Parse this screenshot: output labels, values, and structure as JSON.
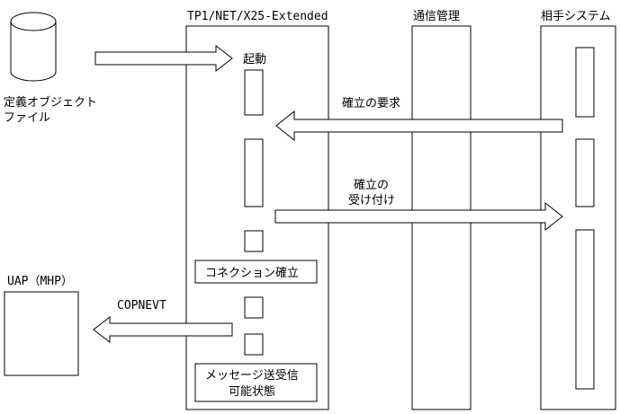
{
  "colors": {
    "line": "#000000",
    "background": "#ffffff"
  },
  "icons": {
    "database": "cylinder-icon"
  },
  "definition_file": {
    "line1": "定義オブジェクト",
    "line2": "ファイル"
  },
  "lanes": {
    "tp1": "TP1/NET/X25-Extended",
    "comm": "通信管理",
    "remote": "相手システム"
  },
  "uap": {
    "label": "UAP（MHP）"
  },
  "messages": {
    "startup": "起動",
    "establish_request": "確立の要求",
    "establish_accept_line1": "確立の",
    "establish_accept_line2": "受け付け",
    "copnevt": "COPNEVT"
  },
  "states": {
    "connection_established": "コネクション確立",
    "sendreceive_line1": "メッセージ送受信",
    "sendreceive_line2": "可能状態"
  }
}
